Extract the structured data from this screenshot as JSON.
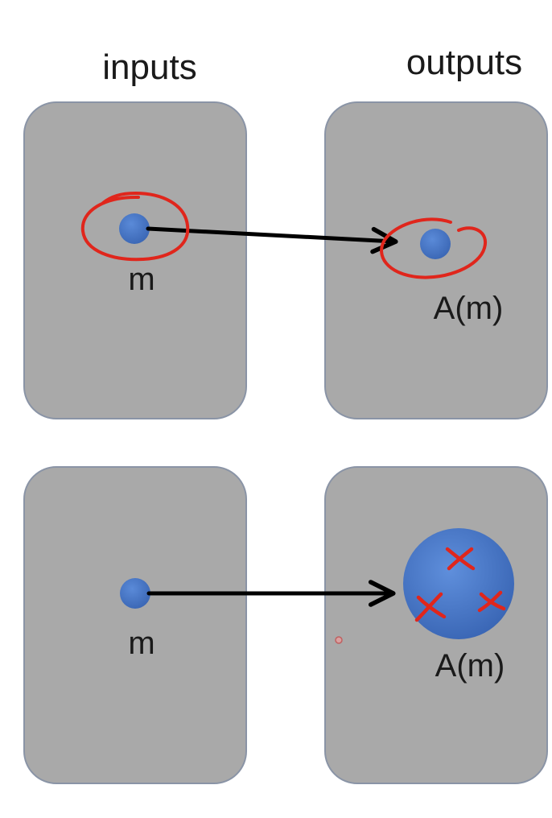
{
  "headers": {
    "inputs": "inputs",
    "outputs": "outputs"
  },
  "top_row": {
    "input_label": "m",
    "output_label": "A(m)"
  },
  "bottom_row": {
    "input_label": "m",
    "output_label": "A(m)"
  },
  "colors": {
    "background": "#ffffff",
    "box_fill": "#a9a9a9",
    "box_stroke": "#8a94a6",
    "dot_fill": "#3f6fc0",
    "arrow": "#000000",
    "annotation": "#e0261c"
  }
}
